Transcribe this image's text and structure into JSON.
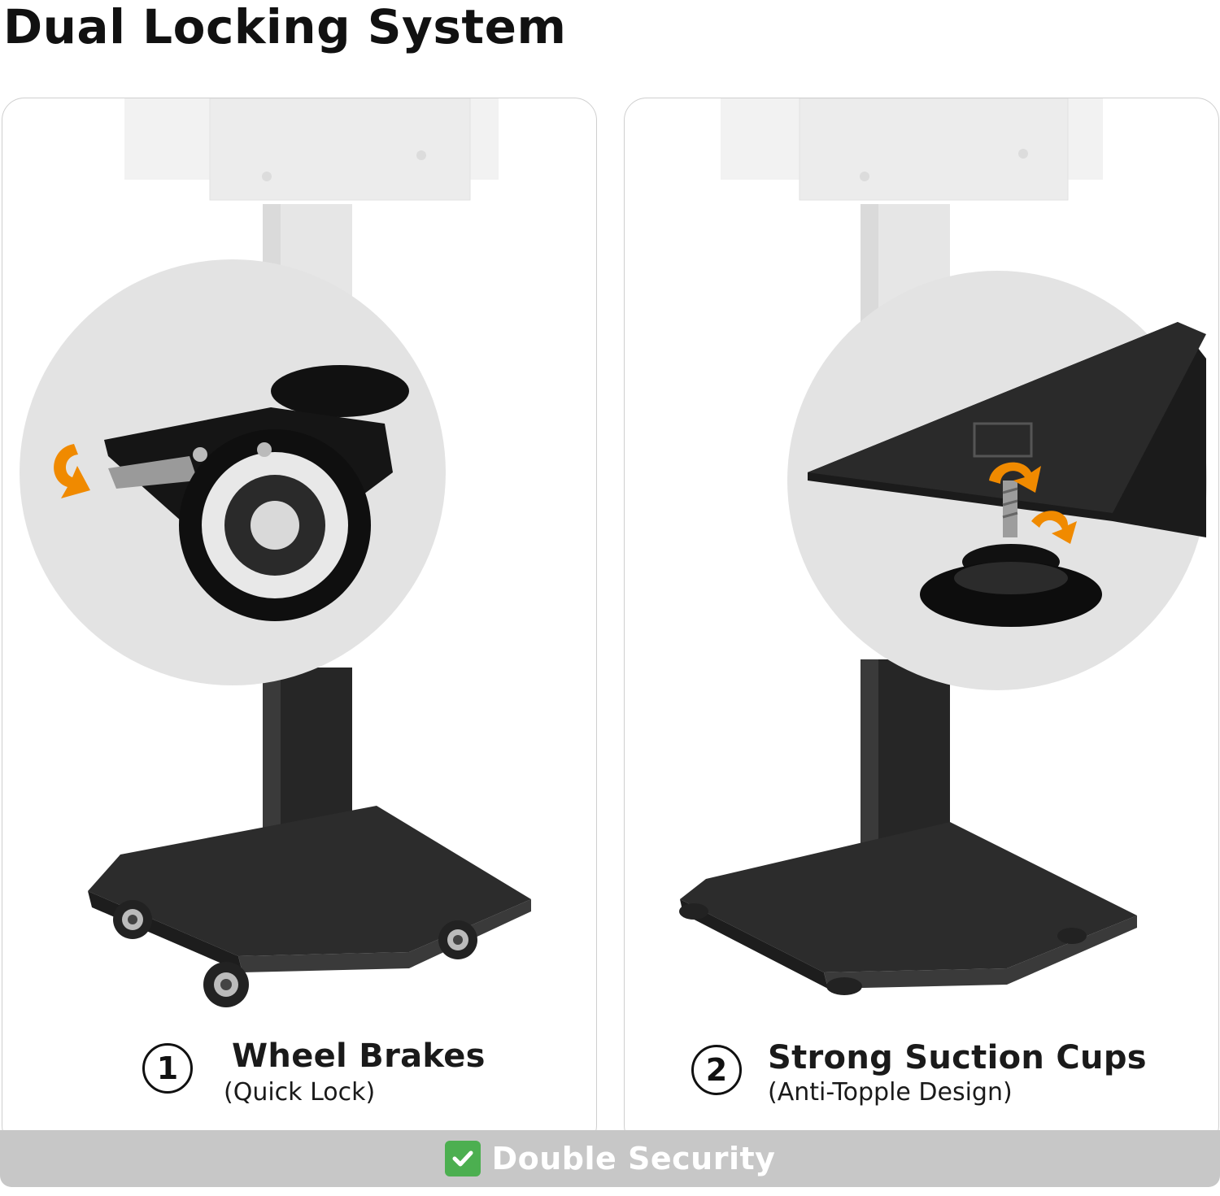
{
  "title": "Dual Locking System",
  "features": [
    {
      "number": "1",
      "title": "Wheel Brakes",
      "subtitle": "(Quick Lock)"
    },
    {
      "number": "2",
      "title": "Strong Suction Cups",
      "subtitle": "(Anti-Topple Design)"
    }
  ],
  "banner": {
    "check_icon": "check-mark-icon",
    "text": "Double Security"
  },
  "colors": {
    "accent_orange": "#f08a00",
    "banner_bg": "#c7c7c7",
    "check_green": "#4caf50"
  }
}
